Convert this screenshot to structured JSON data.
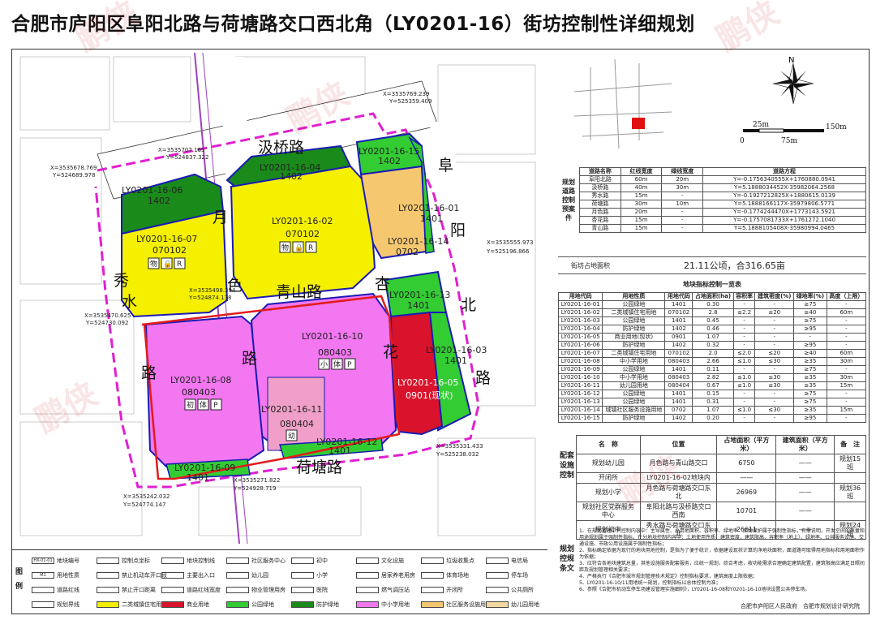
{
  "title": "合肥市庐阳区阜阳北路与荷塘路交口西北角（LY0201-16）街坊控制性详细规划",
  "roads": {
    "jixiao": "汲桥路",
    "fuyang1": "阜",
    "fuyang2": "阳",
    "fuyang3": "北",
    "fuyang4": "路",
    "xiushui1": "秀",
    "xiushui2": "水",
    "xiushui3": "路",
    "yuese1": "月",
    "yuese2": "色",
    "yuese3": "路",
    "qingshan": "青山路",
    "xinghua1": "杏",
    "xinghua2": "花",
    "hetang": "荷塘路"
  },
  "parcels": [
    {
      "id": "LY0201-16-04",
      "code": "1402"
    },
    {
      "id": "LY0201-16-02",
      "code": "070102"
    },
    {
      "id": "LY0201-16-15",
      "code": "1402"
    },
    {
      "id": "LY0201-16-01",
      "code": "1401"
    },
    {
      "id": "LY0201-16-06",
      "code": "1402"
    },
    {
      "id": "LY0201-16-07",
      "code": "070102"
    },
    {
      "id": "LY0201-16-14",
      "code": "0702"
    },
    {
      "id": "LY0201-16-13",
      "code": "1401"
    },
    {
      "id": "LY0201-16-10",
      "code": "080403"
    },
    {
      "id": "LY0201-16-08",
      "code": "080403"
    },
    {
      "id": "LY0201-16-03",
      "code": "1401"
    },
    {
      "id": "LY0201-16-05",
      "code": "0901(现状)"
    },
    {
      "id": "LY0201-16-11",
      "code": "080404"
    },
    {
      "id": "LY0201-16-12",
      "code": "1401"
    },
    {
      "id": "LY0201-16-09",
      "code": "1401"
    }
  ],
  "facility_icons": {
    "wu": "物",
    "lock": "🔒",
    "r": "R",
    "xiao": "小",
    "ti": "体",
    "p": "P",
    "chu": "初",
    "you": "幼"
  },
  "coords": [
    "X=3535769.239",
    "Y=525359.409",
    "X=3535707.165",
    "Y=524837.322",
    "X=3535678.769",
    "Y=524689.978",
    "X=3535555.973",
    "Y=525196.866",
    "X=3535498.394",
    "Y=524874.138",
    "X=3535470.625",
    "Y=524730.092",
    "X=3535331.433",
    "Y=525238.032",
    "X=3535271.822",
    "Y=524928.719",
    "X=3535242.032",
    "Y=524774.147"
  ],
  "scale": {
    "n": "N",
    "s0": "0",
    "s25": "25m",
    "s75": "75m",
    "s150": "150m"
  },
  "road_table": {
    "group_label": "规划道路控制预案件",
    "headers": [
      "道路名称",
      "红线宽度",
      "绿线宽度",
      "道路方程"
    ],
    "rows": [
      [
        "阜阳北路",
        "60m",
        "20m",
        "Y=-0.1756340555X+1760880.0941"
      ],
      [
        "汲桥路",
        "40m",
        "30m",
        "Y=5.1888034452X-35982064.2568"
      ],
      [
        "秀水路",
        "15m",
        "-",
        "Y=-0.1927212825X+1880615.0139"
      ],
      [
        "荷塘路",
        "30m",
        "10m",
        "Y=5.1888166117X-35979806.5771"
      ],
      [
        "月色路",
        "20m",
        "-",
        "Y=-0.1774244470X+1773143.5921"
      ],
      [
        "杏花路",
        "15m",
        "-",
        "Y=-0.1757081733X+1761272.1040"
      ],
      [
        "青山路",
        "15m",
        "-",
        "Y=5.1888105408X-35980994.0465"
      ]
    ]
  },
  "area": {
    "label": "街坊占地面积",
    "value": "21.11公顷，合316.65亩"
  },
  "index_table": {
    "title": "地块指标控制一览表",
    "headers": [
      "用地代码",
      "用地性质",
      "用地代码",
      "占地面积(ha)",
      "容积率",
      "建筑密度(%)",
      "绿地率(%)",
      "高度（上限）"
    ],
    "rows": [
      [
        "LY0201-16-01",
        "公园绿地",
        "1401",
        "0.30",
        "-",
        "-",
        "≥75",
        "-"
      ],
      [
        "LY0201-16-02",
        "二类城镇住宅用地",
        "070102",
        "2.8",
        "≤2.2",
        "≤20",
        "≥40",
        "60m"
      ],
      [
        "LY0201-16-03",
        "公园绿地",
        "1401",
        "0.45",
        "-",
        "-",
        "≥75",
        "-"
      ],
      [
        "LY0201-16-04",
        "防护绿地",
        "1402",
        "0.46",
        "-",
        "-",
        "≥95",
        "-"
      ],
      [
        "LY0201-16-05",
        "商业用地(现状)",
        "0901",
        "1.07",
        "-",
        "-",
        "-",
        "-"
      ],
      [
        "LY0201-16-06",
        "防护绿地",
        "1402",
        "0.32",
        "-",
        "-",
        "≥95",
        "-"
      ],
      [
        "LY0201-16-07",
        "二类城镇住宅用地",
        "070102",
        "2.0",
        "≤2.0",
        "≤20",
        "≥40",
        "60m"
      ],
      [
        "LY0201-16-08",
        "中小学用地",
        "080403",
        "2.66",
        "≤1.0",
        "≤30",
        "≥35",
        "30m"
      ],
      [
        "LY0201-16-09",
        "公园绿地",
        "1401",
        "0.11",
        "-",
        "-",
        "≥75",
        "-"
      ],
      [
        "LY0201-16-10",
        "中小学用地",
        "080403",
        "2.82",
        "≤1.0",
        "≤30",
        "≥35",
        "30m"
      ],
      [
        "LY0201-16-11",
        "幼儿园用地",
        "080404",
        "0.67",
        "≤1.0",
        "≤30",
        "≥35",
        "15m"
      ],
      [
        "LY0201-16-12",
        "公园绿地",
        "1401",
        "0.15",
        "-",
        "-",
        "≥75",
        "-"
      ],
      [
        "LY0201-16-13",
        "公园绿地",
        "1401",
        "0.31",
        "-",
        "-",
        "≥75",
        "-"
      ],
      [
        "LY0201-16-14",
        "城镇社区服务设施用地",
        "0702",
        "1.07",
        "≤1.0",
        "≤30",
        "≥35",
        "15m"
      ],
      [
        "LY0201-16-15",
        "防护绿地",
        "1402",
        "0.20",
        "-",
        "-",
        "≥95",
        "-"
      ]
    ]
  },
  "facility_table": {
    "group_label": "配套设施控制",
    "headers": [
      "名　称",
      "位置",
      "占地面积（平方米）",
      "建筑面积（平方米）",
      "备　注"
    ],
    "rows": [
      [
        "规划幼儿园",
        "月色路与青山路交口",
        "6750",
        "——",
        "规划15班"
      ],
      [
        "开闭所",
        "LY0201-16-02地块内",
        "——",
        "——",
        ""
      ],
      [
        "规划小学",
        "月色路与荷塘路交口东北",
        "26969",
        "——",
        "规划36班"
      ],
      [
        "规划社区党群服务中心",
        "阜阳北路与汲桥路交口西南",
        "10701",
        "——",
        ""
      ],
      [
        "规划初中",
        "秀水路与荷塘路交口东北",
        "26611",
        "——",
        "规划24班"
      ]
    ]
  },
  "notes": {
    "group_label": "规划控规条文",
    "lines": [
      "1、在规划管理中只控制内容中：主导属性、总用地面积、容积率、绿地率、文物保护属于强制性指标，有需说明，开发空间的数量和用途规划属于强制性指标，在分地块控制内容中：土地使用性质、建筑密度、建筑限高、容积率（地上）、绿地率、公共服务设施、交通设施、市政公用设施属于强制性指标；",
      "2、指标确定依据为现行的地块用地控制，是指为了便于统计，依据建设现状计算的净地块面积，面道路可取得用地指标和用地面积作为依据；",
      "3、应符合各地块建筑总量，其他设施服务配套服务，应统一规划，综合考虑，按功能需求合理确定建筑配置，建筑限高应满足日照间距及规划管理相关要求；",
      "4、严格执行《合肥市城市规划管理技术规定》控制指标要求，建筑高度上限依据；",
      "5、LY0201-16-10/11用地统一规划，控制指标以总体控制为准；",
      "6、参照《合肥市机动车停车场建设管理实施细则》，LY0201-16-08和Y0201-16-10地块设置公共停车场。"
    ],
    "footer": "合肥市庐阳区人民政府　合肥市规划设计研究院"
  },
  "legend": {
    "group_label": "图例",
    "items": [
      {
        "sym": "HX-01-01",
        "label": "地块编号"
      },
      {
        "sym": "M1",
        "label": "用地性质"
      },
      {
        "label": "道路红线"
      },
      {
        "label": "规划界线"
      },
      {
        "label": "控制点坐标"
      },
      {
        "label": "禁止机动车开口段"
      },
      {
        "label": "禁止开口距离"
      },
      {
        "label": "二类城镇住宅用地"
      },
      {
        "label": "地块控制线"
      },
      {
        "label": "主要出入口"
      },
      {
        "label": "道路红线宽度"
      },
      {
        "label": "商业用地"
      },
      {
        "label": "社区服务中心"
      },
      {
        "label": "幼儿园"
      },
      {
        "label": "物业管理用房"
      },
      {
        "label": "公园绿地"
      },
      {
        "label": "初中"
      },
      {
        "label": "小学"
      },
      {
        "label": "医院"
      },
      {
        "label": "防护绿地"
      },
      {
        "label": "文化设施"
      },
      {
        "label": "居家养老用房"
      },
      {
        "label": "燃气调压站"
      },
      {
        "label": "中小学用地"
      },
      {
        "label": "垃圾收集点"
      },
      {
        "label": "体育场地"
      },
      {
        "label": "开闭所"
      },
      {
        "label": "社区服务设施用地"
      },
      {
        "label": "电信局"
      },
      {
        "label": "停车场"
      },
      {
        "label": "公共厕所"
      },
      {
        "label": "幼儿园用地"
      }
    ]
  },
  "colors": {
    "yellow": "#f4f000",
    "green": "#33cc33",
    "darkgreen": "#1a8a1a",
    "magenta": "#f277f0",
    "pinkish": "#f0a0c8",
    "red": "#d8132b",
    "tan": "#f5c870",
    "purple": "#a040c0",
    "blue": "#1a1ab5"
  }
}
